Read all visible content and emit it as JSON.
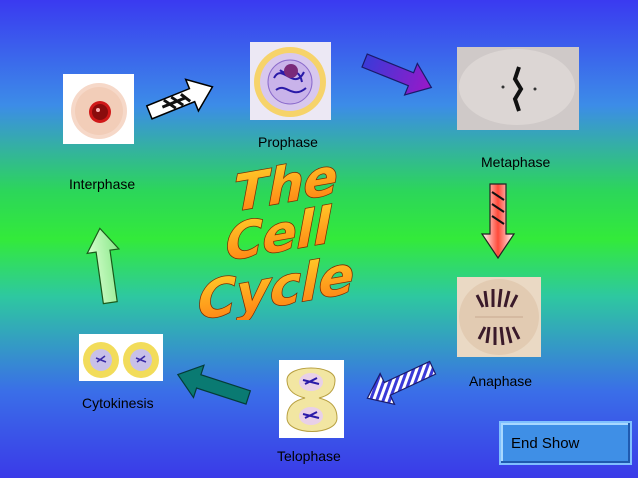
{
  "labels": {
    "prophase": "Prophase",
    "metaphase": "Metaphase",
    "interphase": "Interphase",
    "anaphase": "Anaphase",
    "cytokinesis": "Cytokinesis",
    "telophase": "Telophase"
  },
  "title_lines": [
    "The",
    "Cell",
    "Cycle"
  ],
  "end_show": "End Show",
  "icons": {
    "phase_arrows": "block-arrow-icon"
  },
  "colors": {
    "background_top": "#3a3af0",
    "background_middle": "#33ea3a",
    "title_fill": "#ff9a1a",
    "button": "#3f8fe6"
  }
}
